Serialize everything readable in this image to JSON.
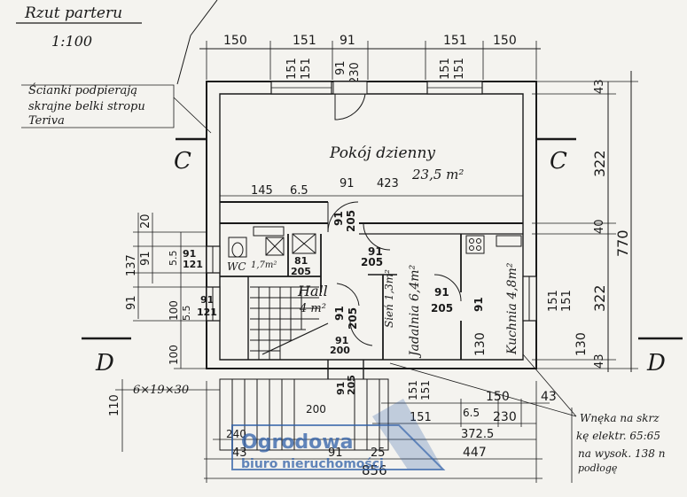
{
  "title": {
    "main": "Rzut parteru",
    "scale": "1:100"
  },
  "note": {
    "line1": "Ścianki podpierają",
    "line2": "skrajne belki stropu",
    "line3": "Teriva"
  },
  "sections": {
    "c": "C",
    "d": "D"
  },
  "rooms": {
    "living_name": "Pokój dzienny",
    "living_area": "23,5 m²",
    "hall_name": "Hall",
    "hall_area": "4 m²",
    "wc_name": "WC",
    "wc_area": "1,7m²",
    "dining_name": "Jadalnia 6,4m²",
    "pantry_name": "Sień 1,3m²",
    "kitchen_name": "Kuchnia 4,8m²"
  },
  "dims": {
    "top": [
      "150",
      "151",
      "91",
      "151",
      "150"
    ],
    "top_window_a": [
      "151",
      "151"
    ],
    "top_door": [
      "91",
      "230"
    ],
    "top_window_b": [
      "151",
      "151"
    ],
    "right": [
      "43",
      "322",
      "40",
      "322",
      "130",
      "43"
    ],
    "right_total": "770",
    "right_window": [
      "151",
      "151"
    ],
    "left_a": [
      "137",
      "91",
      "20",
      "91",
      "5.5"
    ],
    "left_b": [
      "100",
      "5.5",
      "100"
    ],
    "left_win": [
      "91",
      "121",
      "91",
      "121"
    ],
    "interior_top": [
      "145",
      "6.5",
      "91",
      "423"
    ],
    "interior_door1": [
      "91",
      "205"
    ],
    "interior_door2": [
      "91",
      "205"
    ],
    "interior_door3": [
      "81",
      "205"
    ],
    "hall_door": [
      "91",
      "205"
    ],
    "dining_door": [
      "91",
      "205"
    ],
    "kitchen_door": [
      "91"
    ],
    "kitchen_130": "130",
    "entry": [
      "91",
      "200"
    ],
    "entry2": [
      "91",
      "205"
    ],
    "bottom_dims": [
      "150",
      "43",
      "151",
      "6.5",
      "230",
      "372.5",
      "447",
      "91",
      "25",
      "43",
      "240",
      "200"
    ],
    "total_width": "856",
    "stairs": "6×19×30",
    "stairs_110": "110",
    "bottom_win": [
      "151",
      "151"
    ],
    "lower_right_43": "43"
  },
  "annotation": {
    "line1": "Wnęka na skrz",
    "line2": "kę elektr. 65:65",
    "line3": "na wysok. 138 n",
    "line4": "podłogę"
  },
  "watermark": {
    "brand": "Ogrodowa",
    "sub": "biuro nieruchomości",
    "color": "#2f5fa8"
  }
}
